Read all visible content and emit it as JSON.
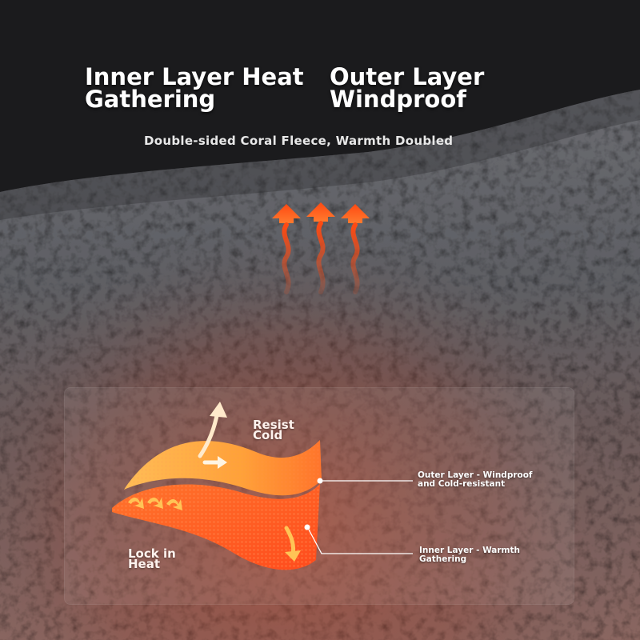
{
  "headline": {
    "inner": "Inner Layer Heat\nGathering",
    "outer": "Outer Layer\nWindproof"
  },
  "subheadline": "Double-sided Coral Fleece, Warmth Doubled",
  "diagram": {
    "resist_label": "Resist\nCold",
    "lock_label": "Lock in\nHeat",
    "outer_callout": "Outer Layer - Windproof\n and Cold-resistant",
    "inner_callout": "Inner Layer - Warmth\n Gathering"
  },
  "colors": {
    "fleece": "#5d5e62",
    "background": "#1b1b1d",
    "heat_orange": "#ff5a1f",
    "warm_glow": "#b8452a",
    "layer_yellow": "#ffb23a"
  }
}
